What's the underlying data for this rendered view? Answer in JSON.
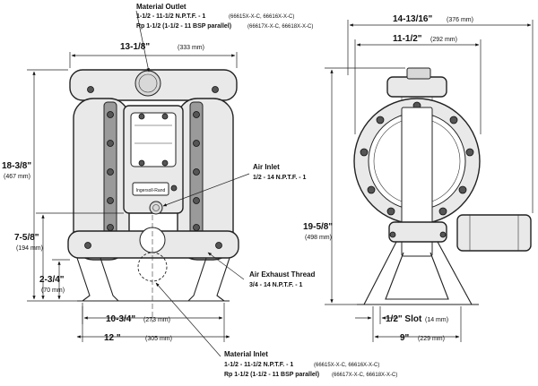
{
  "labels": {
    "material_outlet": {
      "title": "Material Outlet",
      "line1_main": "1-1/2 - 11-1/2 N.P.T.F. - 1",
      "line1_models": "(66615X-X-C, 66616X-X-C)",
      "line2_main": "Rp 1-1/2 (1-1/2 - 11 BSP parallel)",
      "line2_models": "(66617X-X-C, 66618X-X-C)"
    },
    "air_inlet": {
      "title": "Air Inlet",
      "spec": "1/2 - 14 N.P.T.F. - 1"
    },
    "air_exhaust": {
      "title": "Air Exhaust Thread",
      "spec": "3/4 - 14 N.P.T.F. - 1"
    },
    "material_inlet": {
      "title": "Material Inlet",
      "line1_main": "1-1/2 - 11-1/2 N.P.T.F. - 1",
      "line1_models": "(66615X-X-C, 66616X-X-C)",
      "line2_main": "Rp 1-1/2 (1-1/2 - 11 BSP parallel)",
      "line2_models": "(66617X-X-C, 66618X-X-C)"
    },
    "brand": "Ingersoll-Rand"
  },
  "dimensions": {
    "width_top": {
      "imperial": "13-1/8\"",
      "metric": "(333 mm)"
    },
    "height_total": {
      "imperial": "18-3/8\"",
      "metric": "(467 mm)"
    },
    "height_mid": {
      "imperial": "7-5/8\"",
      "metric": "(194 mm)"
    },
    "height_low": {
      "imperial": "2-3/4\"",
      "metric": "(70 mm)"
    },
    "base_inner": {
      "imperial": "10-3/4\"",
      "metric": "(273 mm)"
    },
    "base_outer": {
      "imperial": "12 \"",
      "metric": "(305 mm)"
    },
    "side_overall": {
      "imperial": "14-13/16\"",
      "metric": "(376 mm)"
    },
    "side_body": {
      "imperial": "11-1/2\"",
      "metric": "(292 mm)"
    },
    "side_height": {
      "imperial": "19-5/8\"",
      "metric": "(498 mm)"
    },
    "slot": {
      "imperial": "1/2\" Slot",
      "metric": "(14 mm)"
    },
    "side_base": {
      "imperial": "9\"",
      "metric": "(229 mm)"
    }
  }
}
